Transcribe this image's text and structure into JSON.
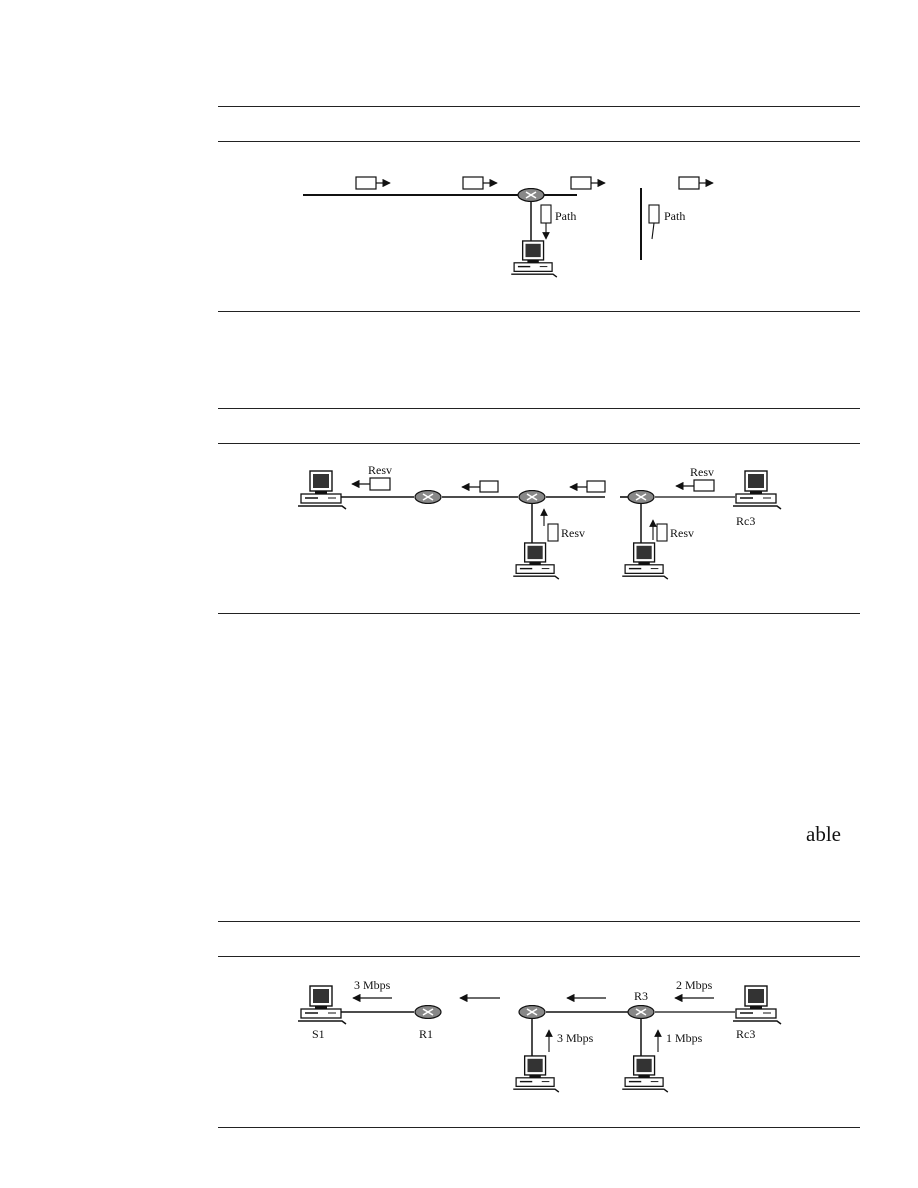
{
  "figures": [
    {
      "id": "path-message",
      "labels": {
        "path_a": "Path",
        "path_b": "Path"
      }
    },
    {
      "id": "resv-message",
      "labels": {
        "resv_sender": "Resv",
        "resv_r2": "Resv",
        "resv_r3_down": "Resv",
        "resv_rc3": "Resv",
        "rc3": "Rc3"
      }
    },
    {
      "id": "reservation-merging",
      "labels": {
        "s1": "S1",
        "r1": "R1",
        "r3": "R3",
        "rc3": "Rc3",
        "bw_s1": "3 Mbps",
        "bw_r2": "3 Mbps",
        "bw_r3": "1 Mbps",
        "bw_rc3": "2 Mbps"
      }
    }
  ],
  "stray_text": "able"
}
